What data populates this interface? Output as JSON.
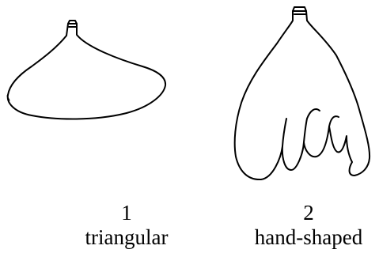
{
  "shapes": [
    {
      "number": "1",
      "label": "triangular",
      "icon": "triangular-outline-icon"
    },
    {
      "number": "2",
      "label": "hand-shaped",
      "icon": "hand-shaped-outline-icon"
    }
  ],
  "colors": {
    "stroke": "#000000",
    "background": "#ffffff"
  }
}
